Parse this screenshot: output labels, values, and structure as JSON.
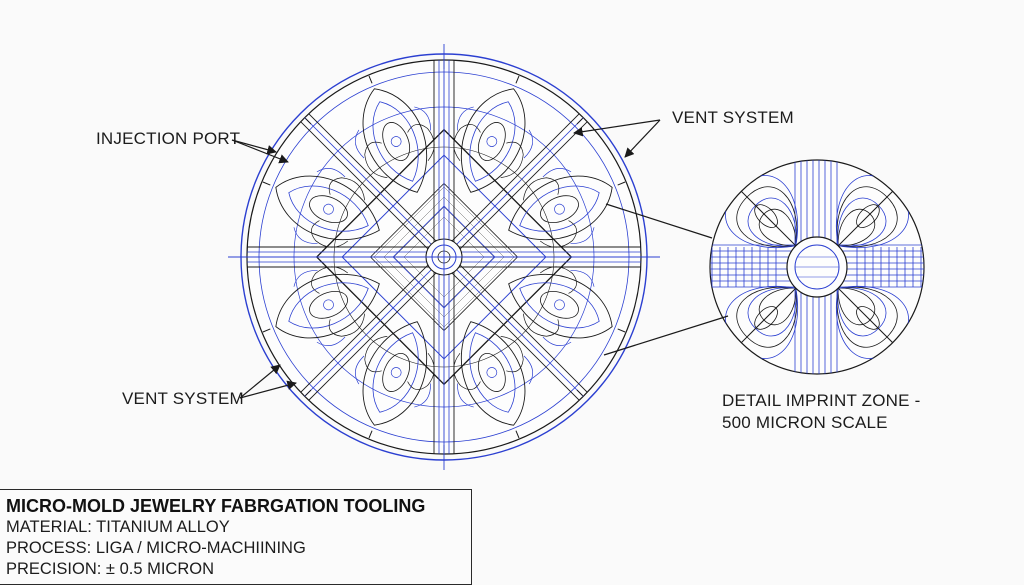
{
  "colors": {
    "ink": "#1a1a1a",
    "accent": "#2b3fd1",
    "paper": "#fafafa"
  },
  "callouts": {
    "injection_port": "INJECTION PORT",
    "vent_system_top": "VENT SYSTEM",
    "vent_system_bottom": "VENT SYSTEM",
    "detail_line1": "DETAIL IMPRINT ZONE -",
    "detail_line2": "500 MICRON SCALE"
  },
  "title_block": {
    "title": "MICRO-MOLD JEWELRY FABRGATION TOOLING",
    "material": "MATERIAL: TITANIUM ALLOY",
    "process": "PROCESS: LIGA / MICRO-MACHIINING",
    "precision": "PRECISION: ± 0.5 MICRON"
  }
}
